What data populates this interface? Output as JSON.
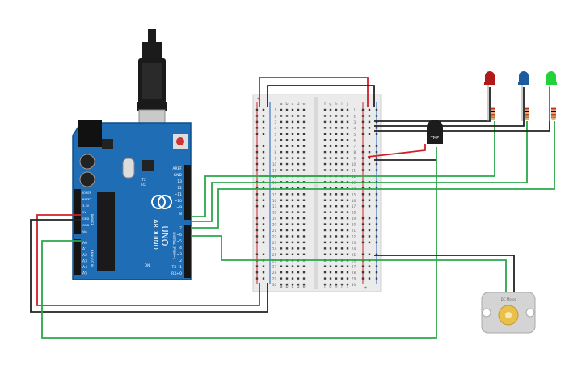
{
  "arduino": {
    "logo_text": "ARDUINO",
    "model_text": "UNO",
    "on_text": "ON",
    "tx_text": "TX",
    "rx_text": "RX",
    "power_label": "POWER",
    "analog_label": "ANALOG IN",
    "digital_label": "DIGITAL (PWM~)",
    "power_pins": [
      "IOREF",
      "RESET",
      "3.3V",
      "5V",
      "GND",
      "GND",
      "Vin"
    ],
    "analog_pins": [
      "A0",
      "A1",
      "A2",
      "A3",
      "A4",
      "A5"
    ],
    "top_header_pins": [
      "AREF",
      "GND",
      "13",
      "12",
      "~11",
      "~10",
      "~9",
      "8"
    ],
    "bottom_header_pins": [
      "7",
      "~6",
      "~5",
      "4",
      "~3",
      "2",
      "TX→1",
      "RX←0"
    ]
  },
  "breadboard": {
    "columns_left": [
      "a",
      "b",
      "c",
      "d",
      "e"
    ],
    "columns_right": [
      "f",
      "g",
      "h",
      "i",
      "j"
    ],
    "row_count": 30,
    "plus_label": "+",
    "minus_label": "−"
  },
  "components": {
    "sensor_label": "TMP",
    "motor_label": "DC Motor",
    "leds": [
      {
        "color_name": "red",
        "color": "#b01a1a"
      },
      {
        "color_name": "blue",
        "color": "#1d5aa0"
      },
      {
        "color_name": "green",
        "color": "#22d23a"
      }
    ]
  },
  "colors": {
    "board_blue": "#1f6db5",
    "wire_green": "#2aa84a",
    "wire_red": "#d0202a",
    "wire_black": "#222222",
    "breadboard": "#ebebeb"
  }
}
